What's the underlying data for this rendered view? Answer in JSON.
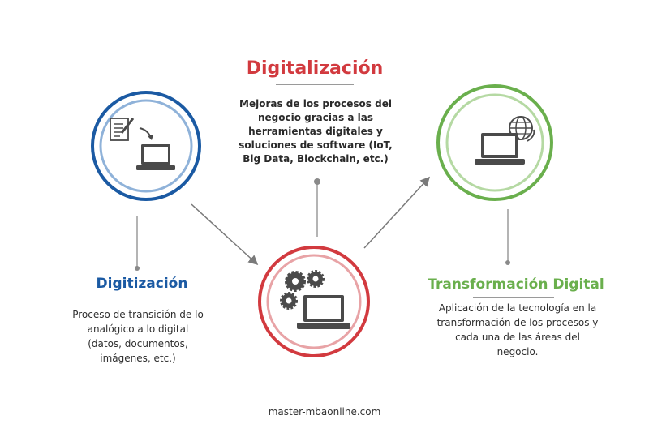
{
  "digitalizacion": {
    "title": "Digitalización",
    "description": "Mejoras de los procesos del negocio gracias a las herramientas digitales y soluciones de software (IoT, Big Data, Blockchain, etc.)"
  },
  "digitizacion": {
    "title": "Digitización",
    "description": "Proceso de transición de lo analógico a lo digital (datos, documentos, imágenes, etc.)"
  },
  "transformacion": {
    "title": "Transformación Digital",
    "description": "Aplicación de la tecnología en la transformación de los procesos y cada una de las áreas del negocio."
  },
  "footer": {
    "source": "master-mbaonline.com"
  },
  "colors": {
    "blue": "#1b5aa3",
    "blue_light": "#8fb2d9",
    "red": "#d23a3f",
    "red_light": "#e8a3a6",
    "green": "#6aaf4d",
    "green_light": "#b5d9a3",
    "icon": "#4a4a4a",
    "connector": "#7a7a7a"
  },
  "icons": {
    "digitizacion": [
      "document-icon",
      "arrow-icon",
      "laptop-icon"
    ],
    "digitalizacion": [
      "gears-icon",
      "laptop-icon"
    ],
    "transformacion": [
      "globe-icon",
      "laptop-icon"
    ]
  }
}
